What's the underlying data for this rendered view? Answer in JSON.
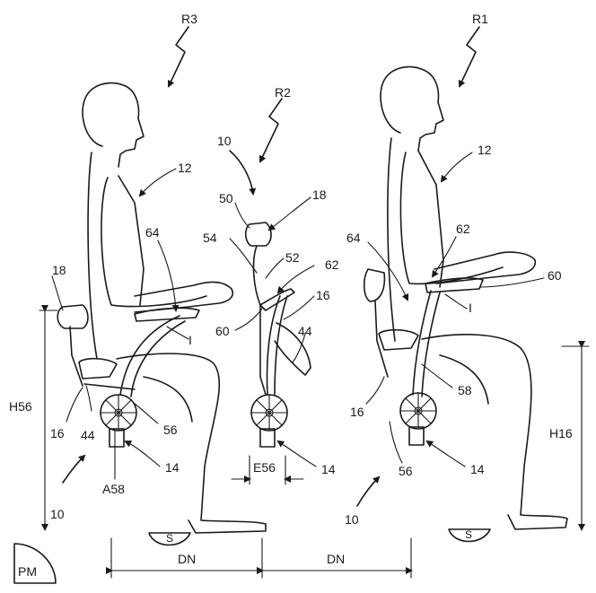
{
  "figure": {
    "labels": {
      "R3": "R3",
      "R2": "R2",
      "R1": "R1",
      "l10_left": "10",
      "l10_mid": "10",
      "l10_right": "10",
      "l12_left": "12",
      "l12_right": "12",
      "l14_left": "14",
      "l14_mid": "14",
      "l14_right": "14",
      "l16_left": "16",
      "l16_mid": "16",
      "l16_right": "16",
      "l18_left": "18",
      "l18_mid": "18",
      "l44_left": "44",
      "l44_mid": "44",
      "l50": "50",
      "l52": "52",
      "l54": "54",
      "l56_left": "56",
      "l56_right": "56",
      "l58": "58",
      "l60_mid": "60",
      "l60_right": "60",
      "l62_mid": "62",
      "l62_right": "62",
      "l64_left": "64",
      "l64_right": "64",
      "I_left": "I",
      "I_right": "I",
      "A58": "A58",
      "E56": "E56",
      "H56": "H56",
      "H16": "H16",
      "S_left": "S",
      "S_right": "S",
      "DN_left": "DN",
      "DN_right": "DN",
      "PM": "PM"
    }
  }
}
